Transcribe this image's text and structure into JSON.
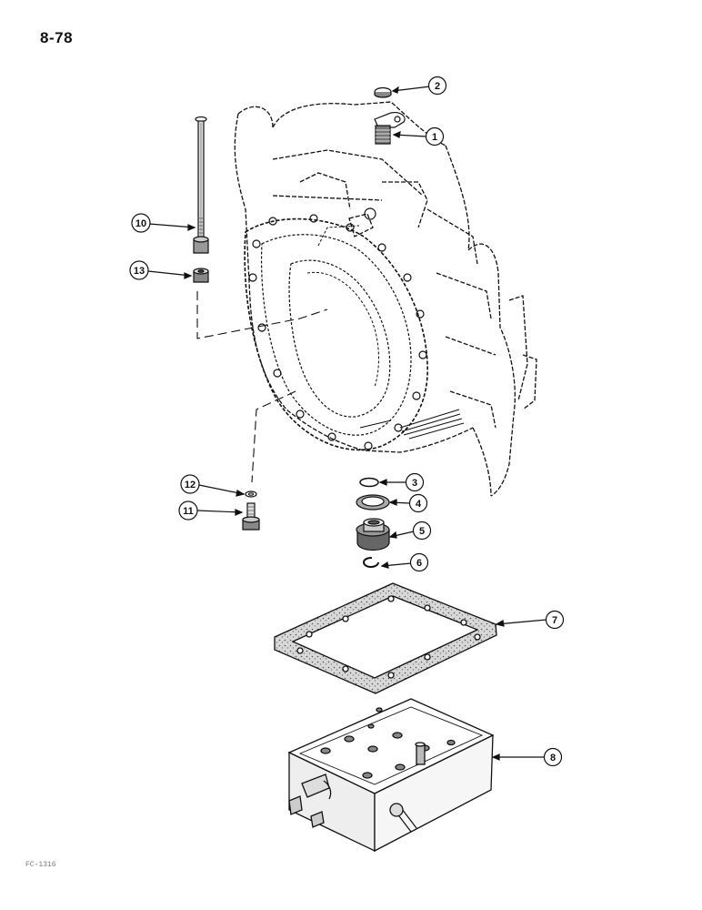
{
  "page": {
    "number": "8-78",
    "figure_code": "FC-1316"
  },
  "callouts": [
    {
      "label": "1",
      "part": "fitting"
    },
    {
      "label": "2",
      "part": "plug"
    },
    {
      "label": "3",
      "part": "o-ring"
    },
    {
      "label": "4",
      "part": "seal-ring"
    },
    {
      "label": "5",
      "part": "adapter-nut"
    },
    {
      "label": "6",
      "part": "snap-ring"
    },
    {
      "label": "7",
      "part": "gasket"
    },
    {
      "label": "8",
      "part": "valve-body"
    },
    {
      "label": "10",
      "part": "stud"
    },
    {
      "label": "11",
      "part": "bolt"
    },
    {
      "label": "12",
      "part": "washer"
    },
    {
      "label": "13",
      "part": "nut"
    }
  ],
  "colors": {
    "ink": "#111111",
    "gasket_fill": "#cfcfcf",
    "paper": "#ffffff"
  }
}
